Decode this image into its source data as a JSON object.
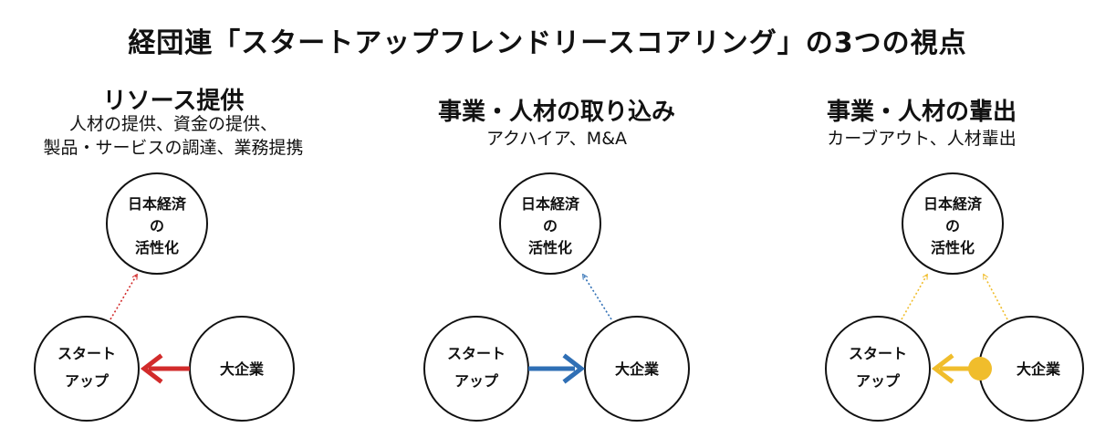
{
  "title": "経団連「スタートアップフレンドリースコアリング」の3つの視点",
  "nodes": {
    "economy": [
      "日本経済",
      "の",
      "活性化"
    ],
    "startup": [
      "スタート",
      "アップ"
    ],
    "corp": [
      "大企業"
    ]
  },
  "panels": [
    {
      "title": "リソース提供",
      "subtitle_lines": [
        "人材の提供、資金の提供、",
        "製品・サービスの調達、業務提携"
      ],
      "color": "#d22b2b",
      "flow": "corporation-to-startup"
    },
    {
      "title": "事業・人材の取り込み",
      "subtitle_lines": [
        "アクハイア、M&A"
      ],
      "color": "#2f6fb5",
      "flow": "startup-to-corporation"
    },
    {
      "title": "事業・人材の輩出",
      "subtitle_lines": [
        "カーブアウト、人材輩出"
      ],
      "color": "#f0bd2c",
      "flow": "corporation-spins-out-startup"
    }
  ]
}
